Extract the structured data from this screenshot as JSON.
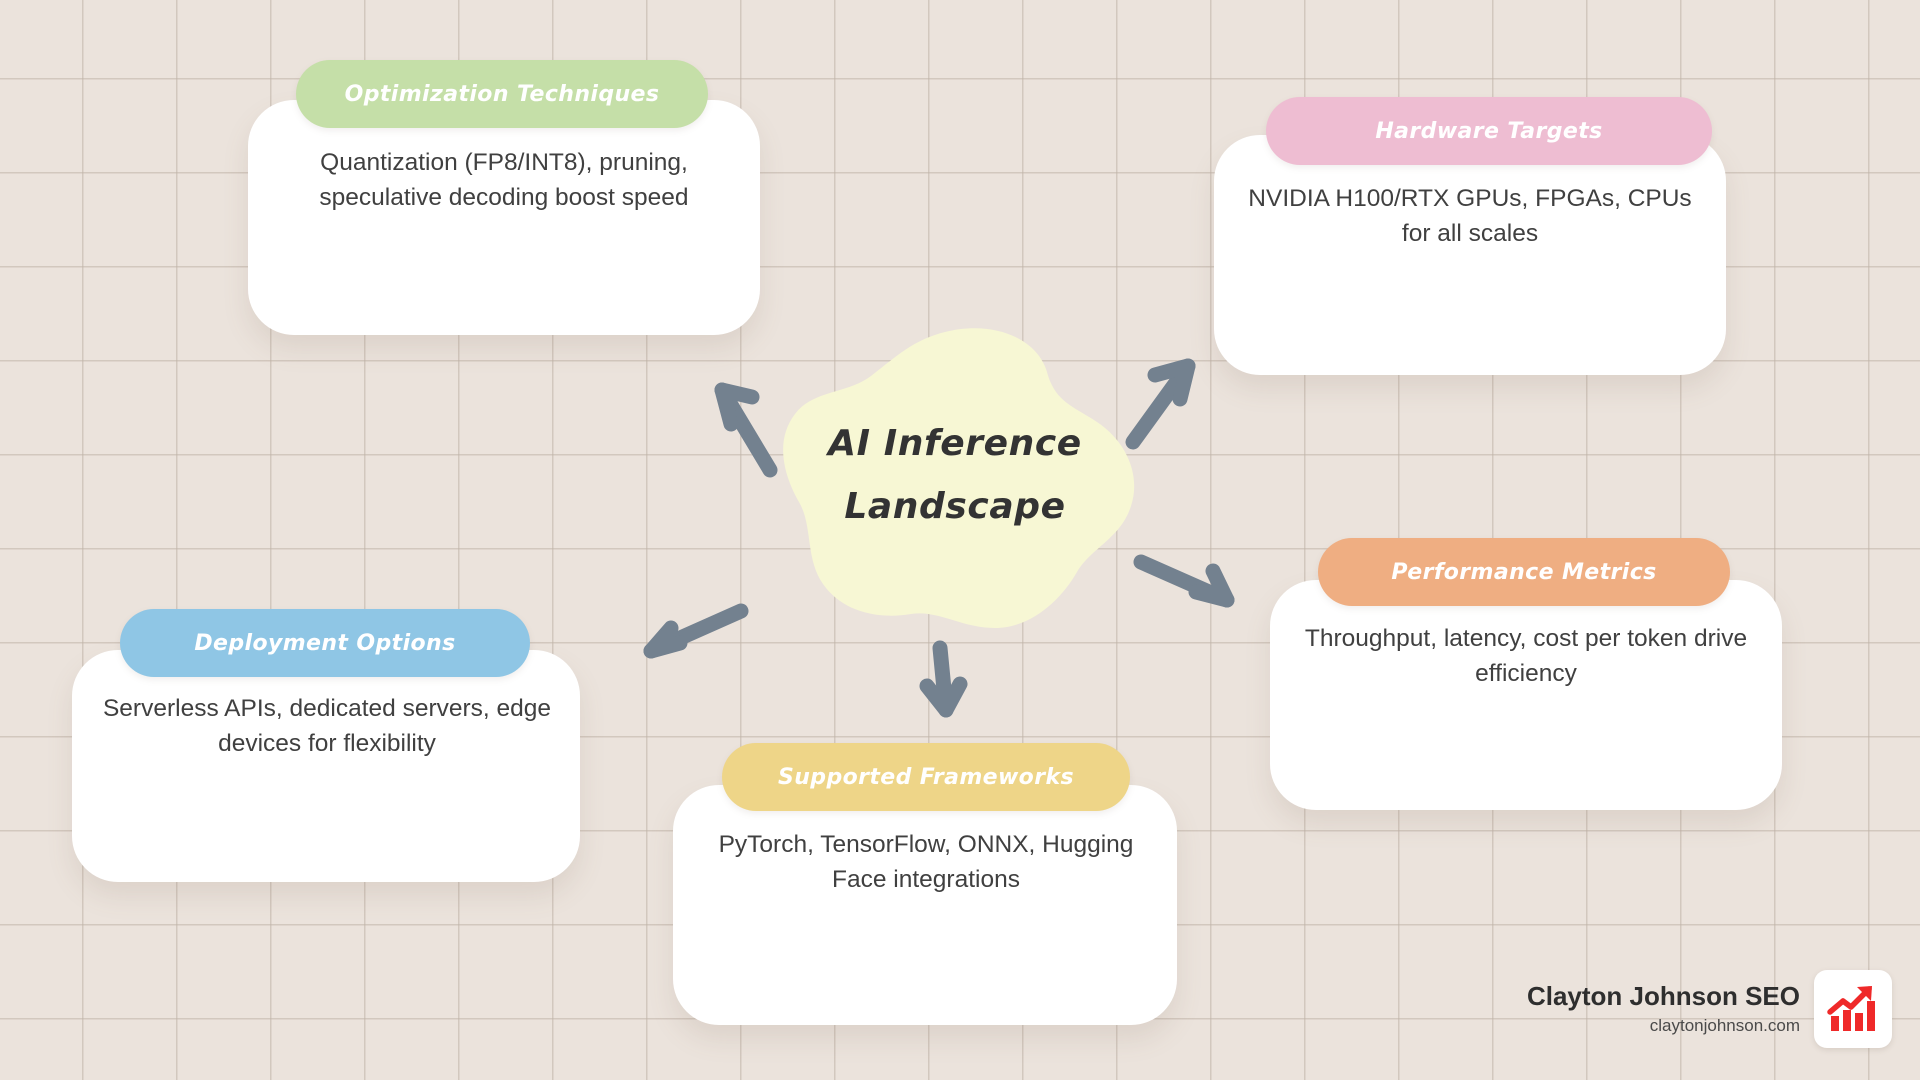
{
  "theme": {
    "background_color": "#ebe3dc",
    "grid_line_color": "#beb2a6",
    "arrow_color": "#73818f",
    "center_fill": "#f7f7d4",
    "center_text_color": "#333333",
    "card_fill": "#ffffff",
    "body_text_color": "#404040",
    "logo_accent": "#ef2929"
  },
  "center": {
    "name": "AI Inference Landscape",
    "line1": "AI Inference",
    "line2": "Landscape",
    "fill": "#f7f7d4"
  },
  "branches": [
    {
      "id": "optimization",
      "title": "Optimization Techniques",
      "description": "Quantization (FP8/INT8), pruning, speculative decoding boost speed",
      "pill_color": "#c5dfa8",
      "position": "top-left"
    },
    {
      "id": "hardware",
      "title": "Hardware Targets",
      "description": "NVIDIA H100/RTX GPUs, FPGAs, CPUs for all scales",
      "pill_color": "#eebdd2",
      "position": "top-right"
    },
    {
      "id": "performance",
      "title": "Performance Metrics",
      "description": "Throughput, latency, cost per token drive efficiency",
      "pill_color": "#efae82",
      "position": "mid-right"
    },
    {
      "id": "deployment",
      "title": "Deployment Options",
      "description": "Serverless APIs, dedicated servers, edge devices for flexibility",
      "pill_color": "#8fc6e5",
      "position": "mid-left"
    },
    {
      "id": "frameworks",
      "title": "Supported Frameworks",
      "description": "PyTorch, TensorFlow, ONNX, Hugging Face integrations",
      "pill_color": "#eed588",
      "position": "bottom-center"
    }
  ],
  "arrows": [
    {
      "name": "arrow-to-optimization",
      "direction": "up-left",
      "target": "optimization"
    },
    {
      "name": "arrow-to-hardware",
      "direction": "up-right",
      "target": "hardware"
    },
    {
      "name": "arrow-to-performance",
      "direction": "down-right",
      "target": "performance"
    },
    {
      "name": "arrow-to-deployment",
      "direction": "down-left",
      "target": "deployment"
    },
    {
      "name": "arrow-to-frameworks",
      "direction": "down",
      "target": "frameworks"
    }
  ],
  "branding": {
    "name": "Clayton Johnson SEO",
    "url": "claytonjohnson.com",
    "logo_icon": "growth-bar-chart-icon"
  }
}
